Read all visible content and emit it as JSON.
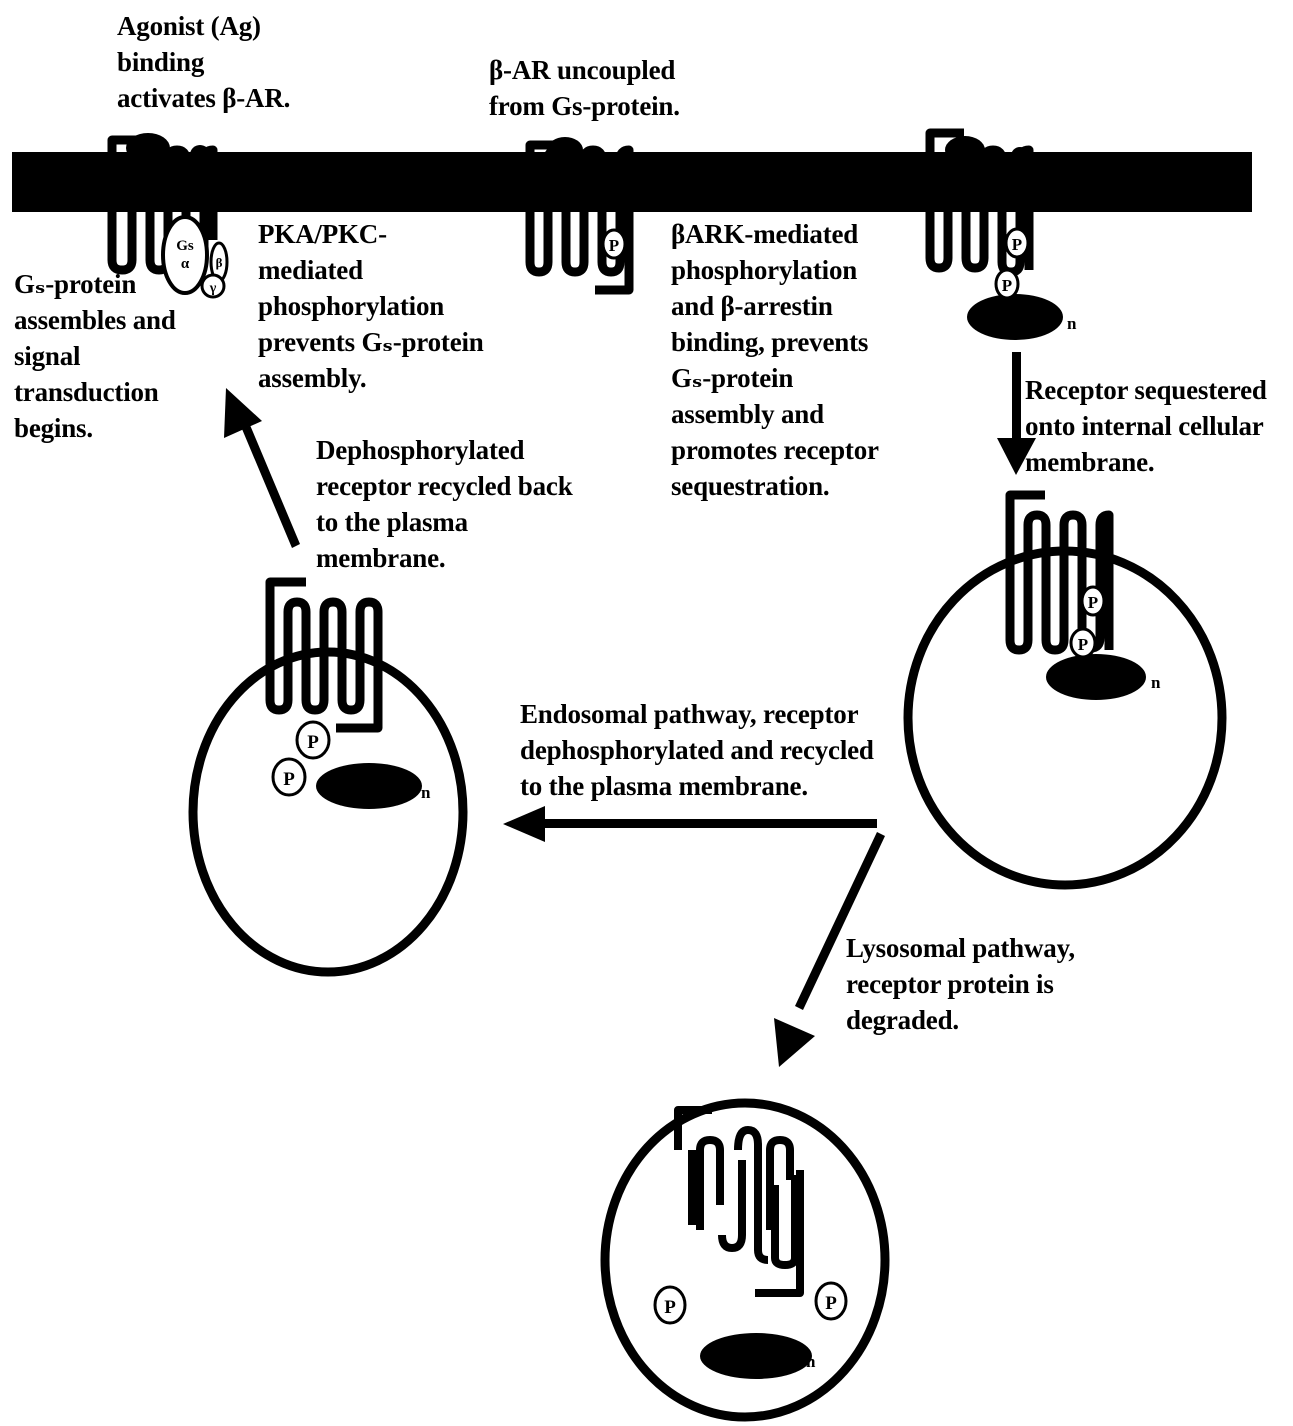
{
  "labels": {
    "agonist": [
      "Agonist (Ag)",
      "binding",
      "activates β-AR."
    ],
    "uncoupled": [
      "β-AR uncoupled",
      "from Gs-protein."
    ],
    "gs_assembles": [
      "Gₛ-protein",
      "assembles and",
      "signal",
      "transduction",
      "begins."
    ],
    "pka_pkc": [
      "PKA/PKC-",
      "mediated",
      "phosphorylation",
      "prevents Gₛ-protein",
      "assembly."
    ],
    "bark": [
      "βARK-mediated",
      "phosphorylation",
      "and β-arrestin",
      "binding, prevents",
      "Gₛ-protein",
      "assembly and",
      "promotes receptor",
      "sequestration."
    ],
    "sequestered": [
      "Receptor sequestered",
      "onto internal cellular",
      "membrane."
    ],
    "recycled": [
      "Dephosphorylated",
      "receptor recycled back",
      "to the plasma",
      "membrane."
    ],
    "endosomal": [
      "Endosomal pathway, receptor",
      "dephosphorylated and recycled",
      "to the plasma membrane."
    ],
    "lysosomal": [
      "Lysosomal pathway,",
      "receptor protein is",
      "degraded."
    ]
  },
  "glyphs": {
    "phosphate": "P",
    "arrestin_suffix": "n",
    "gs_alpha_top": "Gs",
    "gs_alpha_bottom": "α",
    "gs_beta": "β",
    "gs_gamma": "γ"
  },
  "colors": {
    "ink": "#000000",
    "paper": "#ffffff"
  }
}
